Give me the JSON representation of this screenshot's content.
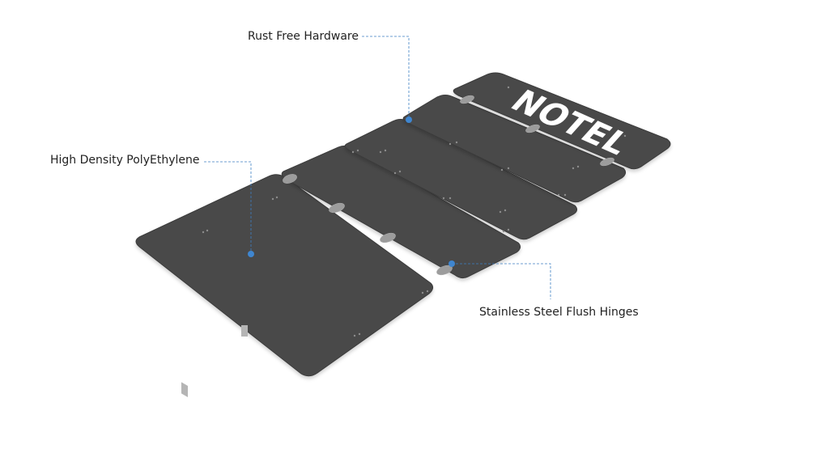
{
  "callouts": {
    "polyethylene": "High Density PolyEthylene",
    "hardware": "Rust Free Hardware",
    "hinges": "Stainless Steel Flush Hinges"
  },
  "sign_cutout_text": "NOTEL",
  "colors": {
    "board": "#4a4a4a",
    "board_edge": "#3a3a3a",
    "hinge": "#9a9a9a",
    "callout_line": "#3d7fc4",
    "callout_dot": "#3f86d0",
    "background": "#ffffff"
  }
}
